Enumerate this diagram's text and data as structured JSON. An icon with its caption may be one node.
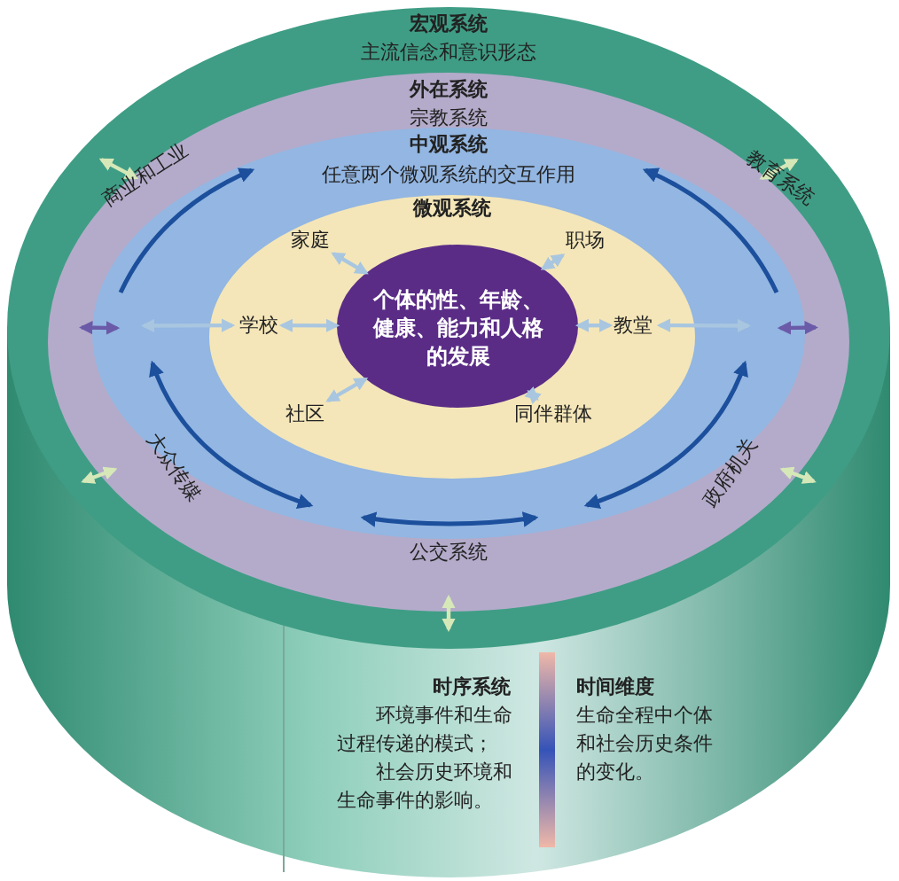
{
  "diagram": {
    "nodes": [
      {
        "text": [
          "宏观系统",
          "主流信念和意识形态"
        ]
      },
      {
        "text": [
          "外在系统",
          "宗教系统"
        ],
        "in": 0
      },
      {
        "text": [
          "中观系统",
          "任意两个微观系统的交互作用"
        ],
        "in": 1
      },
      {
        "text": [
          "微观系统"
        ],
        "in": 2
      },
      {
        "text": [
          "个体的性、年龄、健康、能力和人格的发展"
        ],
        "in": 3
      },
      {
        "text": [
          "家庭"
        ],
        "in": 3
      },
      {
        "text": [
          "职场"
        ],
        "in": 3
      },
      {
        "text": [
          "学校"
        ],
        "in": 3
      },
      {
        "text": [
          "教堂"
        ],
        "in": 3
      },
      {
        "text": [
          "社区"
        ],
        "in": 3
      },
      {
        "text": [
          "同伴群体"
        ],
        "in": 3
      }
    ],
    "edges": [
      {
        "from": 4,
        "to": 5,
        "arrow": "both"
      },
      {
        "from": 4,
        "to": 6,
        "arrow": "both"
      },
      {
        "from": 4,
        "to": 7,
        "arrow": "both"
      },
      {
        "from": 4,
        "to": 8,
        "arrow": "both"
      },
      {
        "from": 4,
        "to": 9,
        "arrow": "both"
      },
      {
        "from": 4,
        "to": 10,
        "arrow": "both"
      },
      {
        "from": 7,
        "to": 2,
        "arrow": "both"
      },
      {
        "from": 8,
        "to": 2,
        "arrow": "both"
      },
      {
        "from": 2,
        "to": 1,
        "arrow": "both",
        "color": "#6a5aa8"
      },
      {
        "from": 2,
        "to": 1,
        "arrow": "both",
        "color": "#6a5aa8"
      },
      {
        "from": 1,
        "to": 0,
        "arrow": "both",
        "color": "#d6e8b8"
      },
      {
        "from": 1,
        "to": 0,
        "arrow": "both",
        "color": "#d6e8b8"
      },
      {
        "from": 1,
        "to": 0,
        "arrow": "both",
        "color": "#d6e8b8"
      },
      {
        "from": 1,
        "to": 0,
        "arrow": "both",
        "color": "#d6e8b8"
      },
      {
        "from": 1,
        "to": 0,
        "arrow": "both",
        "color": "#d6e8b8"
      }
    ],
    "labels": [
      "商业和工业",
      "教育系统",
      "大众传媒",
      "政府机关",
      "公交系统",
      "时序系统",
      "环境事件和生命过程传递的模式；",
      "社会历史环境和生命事件的影响。",
      "时间维度",
      "生命全程中个体和社会历史条件的变化。"
    ]
  }
}
